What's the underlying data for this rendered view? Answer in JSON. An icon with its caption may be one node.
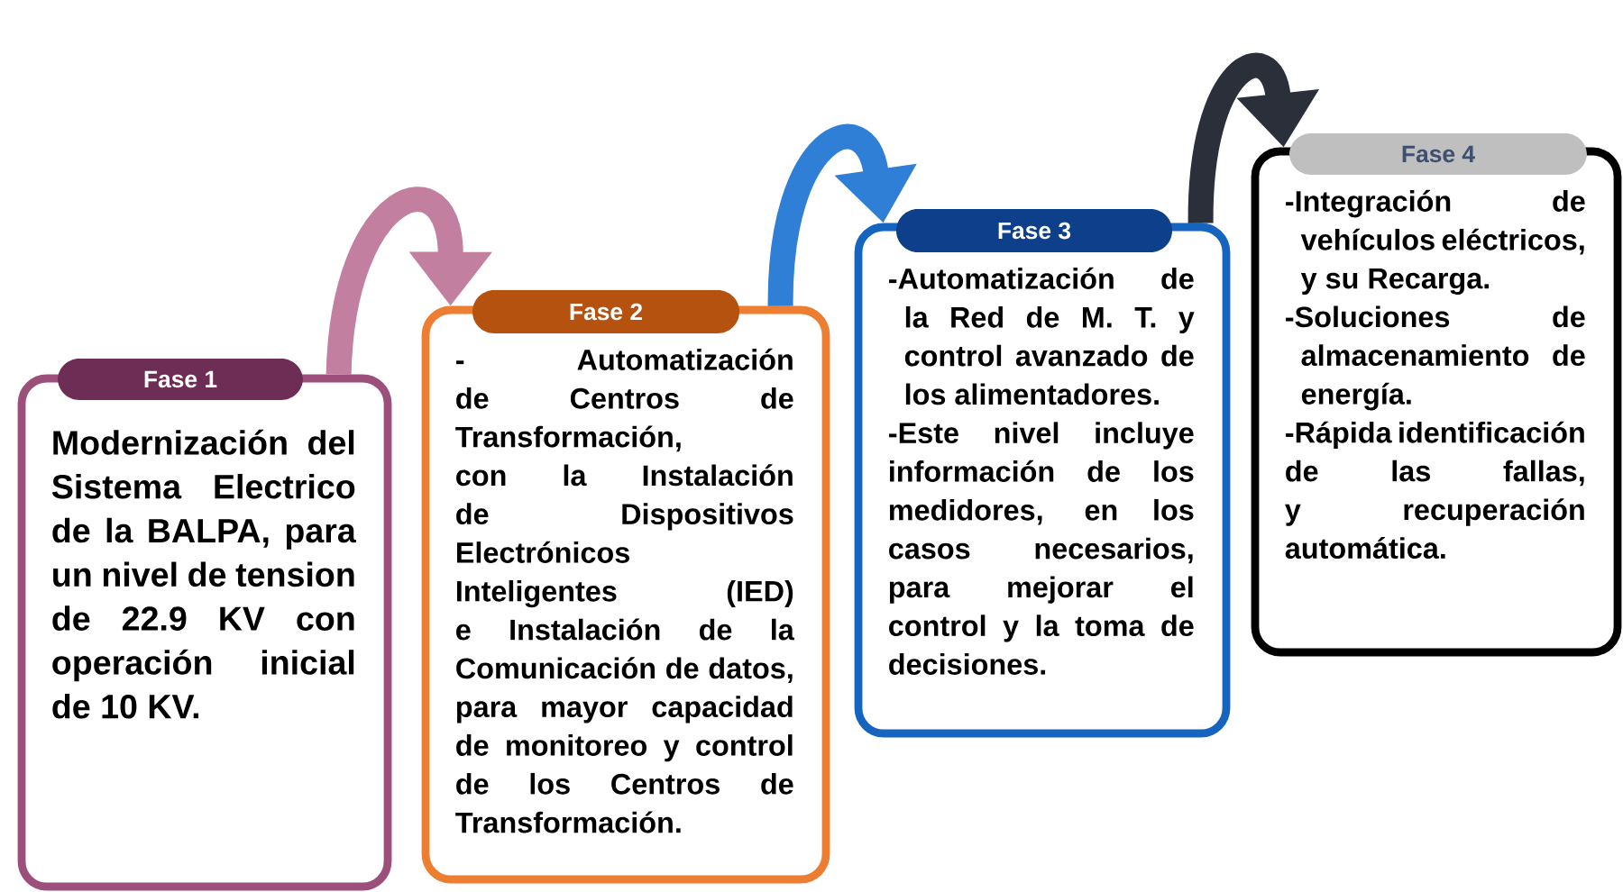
{
  "diagram": {
    "nodes": [
      {
        "text": [
          "Fase 1",
          "Modernización del Sistema Electrico de la BALPA, para un nivel de tension de 22.9 KV con operación inicial de 10 KV."
        ]
      },
      {
        "text": [
          "Fase 2",
          "- Automatización de Centros de Transformación, con la Instalación de Dispositivos Electrónicos Inteligentes (IED) e Instalación de la Comunicación de datos, para mayor capacidad de monitoreo y control de los Centros de Transformación."
        ]
      },
      {
        "text": [
          "Fase 3",
          "-Automatización de la Red de M. T. y control avanzado de los alimentadores.",
          "-Este nivel incluye información de los medidores, en los casos necesarios, para mejorar el control y la toma de decisiones."
        ]
      },
      {
        "text": [
          "Fase 4",
          "-Integración de vehículos eléctricos, y su Recarga.",
          "-Soluciones de almacenamiento de energía.",
          "-Rápida identificación de las fallas, y recuperación automática."
        ]
      }
    ],
    "edges": [
      {
        "from": 0,
        "to": 1,
        "arrow": "to",
        "color": "#c27f9f"
      },
      {
        "from": 1,
        "to": 2,
        "arrow": "to",
        "color": "#2f7fd6"
      },
      {
        "from": 2,
        "to": 3,
        "arrow": "to",
        "color": "#2b2f3a"
      }
    ]
  }
}
